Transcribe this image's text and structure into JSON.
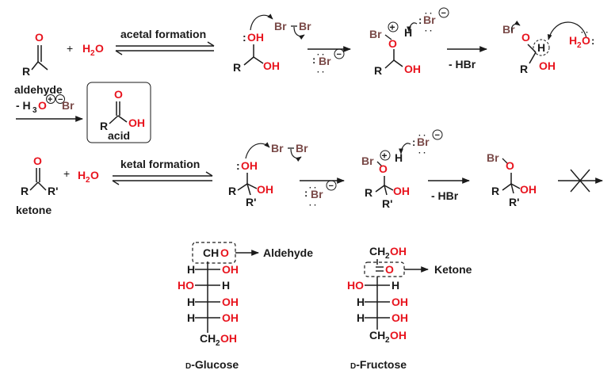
{
  "colors": {
    "black": "#1a1a1a",
    "red": "#e8141e",
    "bromine": "#7a4a48",
    "acid_box": "#e9e9e9"
  },
  "labels": {
    "aldehyde": "aldehyde",
    "ketone": "ketone",
    "acid": "acid",
    "acetal_formation": "acetal formation",
    "ketal_formation": "ketal formation",
    "minus_hbr": "- HBr",
    "aldehyde_callout": "Aldehyde",
    "ketone_callout": "Ketone",
    "glucose_prefix": "D",
    "glucose_name": "-Glucose",
    "fructose_prefix": "D",
    "fructose_name": "-Fructose"
  },
  "atoms": {
    "R": "R",
    "R_prime": "R'",
    "O": "O",
    "OH": "OH",
    "H": "H",
    "HO": "HO",
    "H2O_H": "H",
    "H2O_sub": "2",
    "H2O_O": "O",
    "Br": "Br",
    "CH": "CH",
    "CH2": "CH",
    "CH2_sub": "2",
    "minus_H3O": "- H",
    "H3O_sub": "3",
    "H3O_O": "O",
    "plus": "+",
    "minus": "−",
    "lone_pair": ":",
    "dots": "· ·",
    "x_mark": "✕"
  }
}
